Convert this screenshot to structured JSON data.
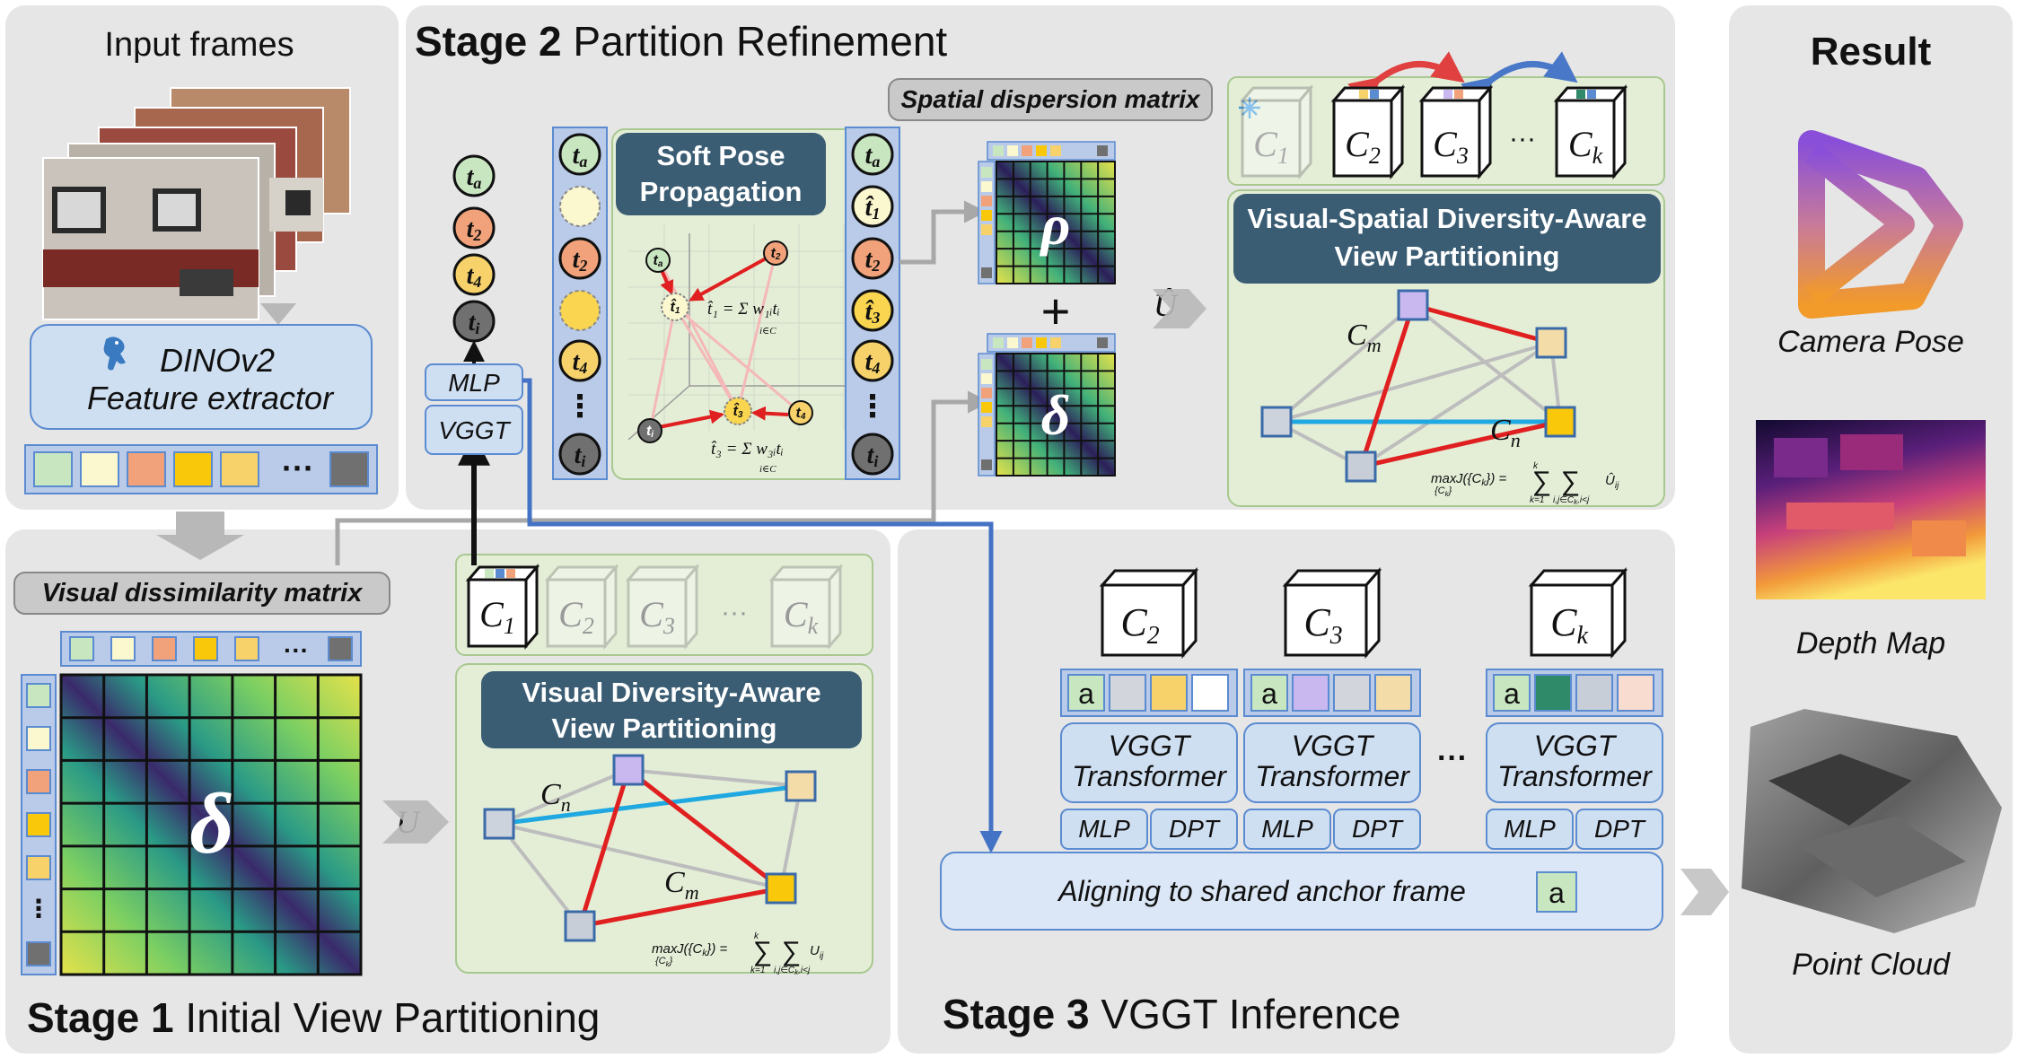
{
  "input": {
    "title": "Input frames",
    "extractor_line1": "DINOv2",
    "extractor_line2": "Feature extractor",
    "ellipsis": "···"
  },
  "visual_dissimilarity_label": "Visual dissimilarity matrix",
  "delta_symbol": "δ",
  "stage1": {
    "bold": "Stage 1",
    "rest": " Initial View Partitioning",
    "u_label": "U",
    "partition_line1": "Visual Diversity-Aware",
    "partition_line2": "View Partitioning",
    "cluster_labels": [
      "C",
      "C",
      "C",
      "C"
    ],
    "cluster_subs": [
      "1",
      "2",
      "3",
      "k"
    ],
    "dots": "···",
    "cn": "C",
    "cn_sub": "n",
    "cm": "C",
    "cm_sub": "m",
    "objective": "max J({C}) = Σ Σ U",
    "obj_max": "max",
    "obj_sub": "{C",
    "obj_j": "J({C",
    "obj_k": "k",
    "obj_close": "}) =",
    "obj_sum_top": "k",
    "obj_sum1_bottom": "k=1",
    "obj_sum2_bottom": "i,j∈C",
    "obj_sum2_tail": ",i<j",
    "obj_u": "U",
    "obj_ij": "ij"
  },
  "stage2": {
    "bold": "Stage 2",
    "rest": " Partition Refinement",
    "mlp": "MLP",
    "vggt": "VGGT",
    "tokens_left": [
      {
        "base": "t",
        "sub": "a",
        "color": "#c8e6c0"
      },
      {
        "base": "t",
        "sub": "2",
        "color": "#f2a27a"
      },
      {
        "base": "t",
        "sub": "4",
        "color": "#f7d26a"
      },
      {
        "base": "t",
        "sub": "i",
        "color": "#707070"
      }
    ],
    "column1": [
      {
        "base": "t",
        "sub": "a"
      },
      {
        "base": "",
        "sub": ""
      },
      {
        "base": "t",
        "sub": "2"
      },
      {
        "base": "",
        "sub": ""
      },
      {
        "base": "t",
        "sub": "4"
      },
      {
        "base": "⋮",
        "sub": ""
      },
      {
        "base": "t",
        "sub": "i"
      }
    ],
    "column2": [
      {
        "base": "t",
        "sub": "a"
      },
      {
        "base": "t̂",
        "sub": "1"
      },
      {
        "base": "t",
        "sub": "2"
      },
      {
        "base": "t̂",
        "sub": "3"
      },
      {
        "base": "t",
        "sub": "4"
      },
      {
        "base": "⋮",
        "sub": ""
      },
      {
        "base": "t",
        "sub": "i"
      }
    ],
    "soft_pose_line1": "Soft Pose",
    "soft_pose_line2": "Propagation",
    "eq1": "t̂₁ = Σ w₁ᵢtᵢ",
    "eq3": "t̂₃ = Σ w₃ᵢtᵢ",
    "eq_under": "i∈C",
    "spatial_dispersion_label": "Spatial dispersion matrix",
    "rho_symbol": "ρ",
    "plus": "+",
    "u_hat": "Û",
    "partition_line1": "Visual-Spatial Diversity-Aware",
    "partition_line2": "View Partitioning",
    "cluster_labels": [
      "C",
      "C",
      "C",
      "C"
    ],
    "cluster_subs": [
      "1",
      "2",
      "3",
      "k"
    ],
    "dots": "···",
    "cm": "C",
    "cm_sub": "m",
    "cn": "C",
    "cn_sub": "n",
    "obj_u": "Û"
  },
  "stage3": {
    "bold": "Stage 3",
    "rest": " VGGT Inference",
    "clusters": [
      {
        "label": "C",
        "sub": "2",
        "anchor": "a",
        "chips": [
          "#d2d6dc",
          "#f7d26a",
          "#ffffff"
        ]
      },
      {
        "label": "C",
        "sub": "3",
        "anchor": "a",
        "chips": [
          "#c9b8f0",
          "#d2d6dc",
          "#f3dca8"
        ]
      },
      {
        "label": "C",
        "sub": "k",
        "anchor": "a",
        "chips": [
          "#2f8a6a",
          "#c8ced8",
          "#f9dcd0"
        ]
      }
    ],
    "transformer_line1": "VGGT",
    "transformer_line2": "Transformer",
    "mlp": "MLP",
    "dpt": "DPT",
    "dots": "···",
    "align_text": "Aligning to shared anchor frame",
    "anchor": "a"
  },
  "result": {
    "title": "Result",
    "camera_pose": "Camera Pose",
    "depth_map": "Depth Map",
    "point_cloud": "Point Cloud"
  },
  "colors": {
    "panel": "#e6e6e6",
    "green_panel": "#e4eed7",
    "blue_box": "#cfdff2",
    "dark_teal": "#3b5d74",
    "red_edge": "#e02020",
    "blue_edge": "#20a8e0",
    "blue_arrow": "#4472c4"
  }
}
